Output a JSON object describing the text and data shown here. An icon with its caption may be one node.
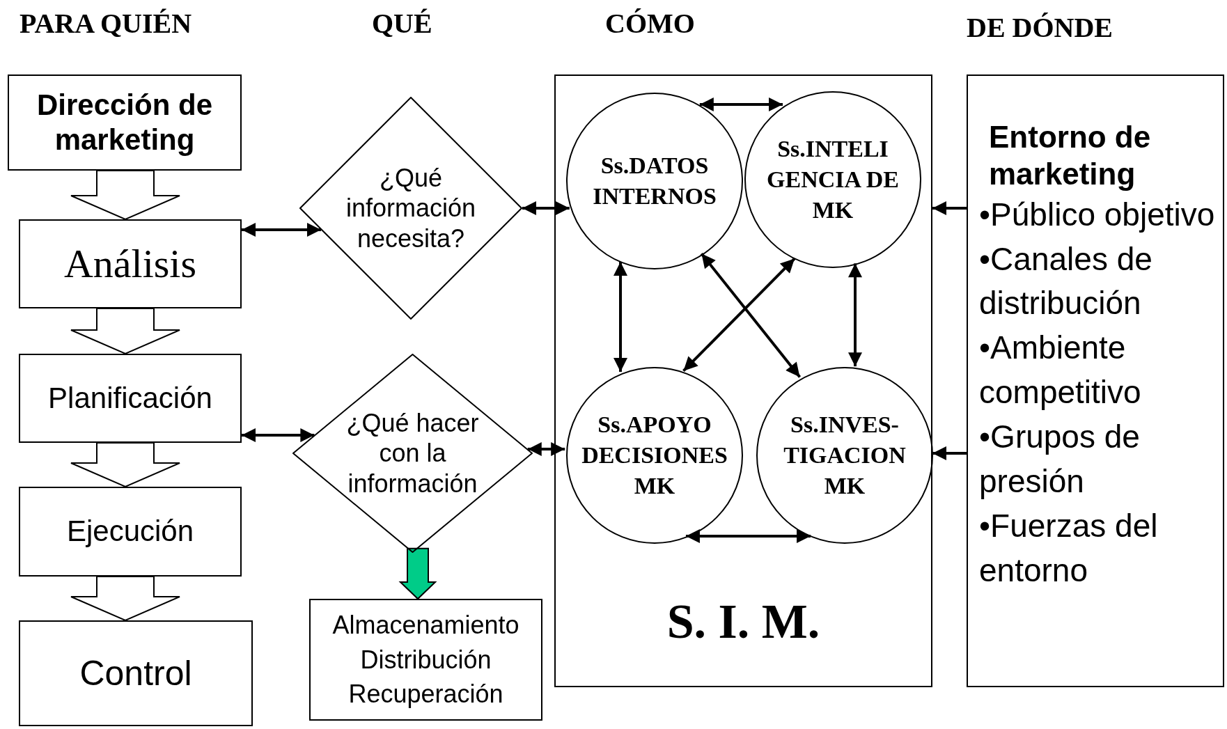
{
  "diagram": {
    "nodes": [
      {
        "text": [
          "Dirección de marketing"
        ]
      },
      {
        "text": [
          "Análisis"
        ]
      },
      {
        "text": [
          "Planificación"
        ]
      },
      {
        "text": [
          "Ejecución"
        ]
      },
      {
        "text": [
          "Control"
        ]
      },
      {
        "text": [
          "¿Qué información necesita?"
        ]
      },
      {
        "text": [
          "¿Qué hacer con la información"
        ]
      },
      {
        "text": [
          "Almacenamiento",
          "Distribución",
          "Recuperación"
        ]
      },
      {
        "text": [
          "S. I. M."
        ]
      },
      {
        "text": [
          "Ss.DATOS INTERNOS"
        ],
        "in": 8
      },
      {
        "text": [
          "Ss.INTELI GENCIA DE MK"
        ],
        "in": 8
      },
      {
        "text": [
          "Ss.APOYO DECISIONES MK"
        ],
        "in": 8
      },
      {
        "text": [
          "Ss.INVES- TIGACION MK"
        ],
        "in": 8
      },
      {
        "text": [
          "Entorno de marketing",
          "•Público objetivo",
          "•Canales de distribución",
          "•Ambiente competitivo",
          "•Grupos de presión",
          "•Fuerzas del entorno"
        ]
      }
    ],
    "edges": [
      {
        "from": 0,
        "to": 1,
        "arrow": "to",
        "style": "thick"
      },
      {
        "from": 1,
        "to": 2,
        "arrow": "to",
        "style": "thick"
      },
      {
        "from": 2,
        "to": 3,
        "arrow": "to",
        "style": "thick"
      },
      {
        "from": 3,
        "to": 4,
        "arrow": "to",
        "style": "thick"
      },
      {
        "from": 1,
        "to": 5,
        "arrow": "both"
      },
      {
        "from": 5,
        "to": 9,
        "arrow": "both"
      },
      {
        "from": 2,
        "to": 6,
        "arrow": "both"
      },
      {
        "from": 6,
        "to": 11,
        "arrow": "both"
      },
      {
        "from": 6,
        "to": 7,
        "arrow": "to",
        "style": "thick",
        "color": "#00cc88"
      },
      {
        "from": 9,
        "to": 10,
        "arrow": "both"
      },
      {
        "from": 9,
        "to": 11,
        "arrow": "both"
      },
      {
        "from": 10,
        "to": 12,
        "arrow": "both"
      },
      {
        "from": 10,
        "to": 11,
        "arrow": "both"
      },
      {
        "from": 9,
        "to": 12,
        "arrow": "both"
      },
      {
        "from": 11,
        "to": 12,
        "arrow": "both"
      },
      {
        "from": 13,
        "to": 8,
        "arrow": "to"
      },
      {
        "from": 13,
        "to": 8,
        "arrow": "to"
      }
    ],
    "labels": [
      "PARA QUIÉN",
      "QUÉ",
      "CÓMO",
      "DE DÓNDE"
    ]
  }
}
